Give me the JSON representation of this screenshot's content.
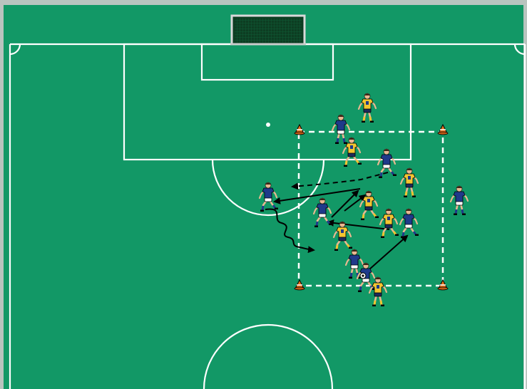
{
  "colors": {
    "pitch": "#129866",
    "pitch_border": "#b9c4bf",
    "lines": "#ffffff",
    "team_blue": "#1f3a8a",
    "team_yellow": "#f2c531",
    "skin": "#e8b891",
    "shorts_white": "#ffffff",
    "shorts_navy": "#1e2a5a",
    "cone": "#e8731c",
    "arrow": "#000000"
  },
  "pitch": {
    "goal_icon": "goal-net-icon",
    "cone_icon": "training-cone-icon",
    "ball_icon": "soccer-ball-icon",
    "drill_area": "dashed-square-grid"
  },
  "players": [
    {
      "team": "yellow",
      "pose": "standing"
    },
    {
      "team": "blue",
      "pose": "standing"
    },
    {
      "team": "yellow",
      "pose": "running"
    },
    {
      "team": "blue",
      "pose": "running"
    },
    {
      "team": "yellow",
      "pose": "standing"
    },
    {
      "team": "blue",
      "pose": "running-with-ball"
    },
    {
      "team": "yellow",
      "pose": "running"
    },
    {
      "team": "blue",
      "pose": "standing"
    },
    {
      "team": "blue",
      "pose": "running"
    },
    {
      "team": "yellow",
      "pose": "running"
    },
    {
      "team": "blue",
      "pose": "running"
    },
    {
      "team": "yellow",
      "pose": "running"
    },
    {
      "team": "blue",
      "pose": "standing"
    },
    {
      "team": "blue",
      "pose": "kicking"
    },
    {
      "team": "yellow",
      "pose": "standing"
    }
  ],
  "movements": [
    {
      "kind": "pass",
      "style": "solid"
    },
    {
      "kind": "pass",
      "style": "solid"
    },
    {
      "kind": "pass",
      "style": "solid"
    },
    {
      "kind": "pass",
      "style": "solid"
    },
    {
      "kind": "pass",
      "style": "solid"
    },
    {
      "kind": "pass",
      "style": "dashed"
    },
    {
      "kind": "dribble",
      "style": "wavy"
    }
  ]
}
